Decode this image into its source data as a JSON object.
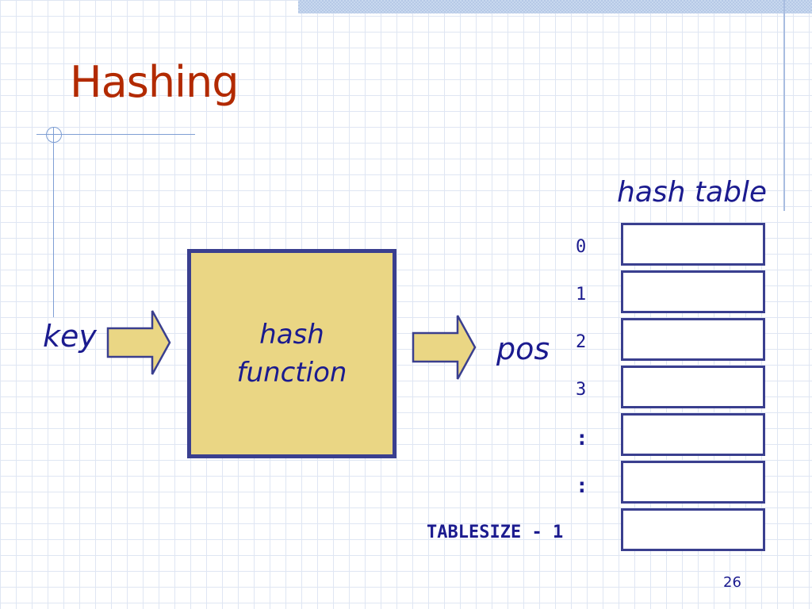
{
  "slide": {
    "title": "Hashing",
    "page_number": "26",
    "title_color": "#b22a00",
    "text_color": "#1b1b8f"
  },
  "diagram": {
    "input_label": "key",
    "function_label_line1": "hash",
    "function_label_line2": "function",
    "output_label": "pos",
    "table_label": "hash table",
    "function_fill": "#ead684",
    "border_color": "#3a3f8f",
    "indices": [
      "0",
      "1",
      "2",
      "3",
      ":",
      ":",
      "TABLESIZE - 1"
    ]
  }
}
